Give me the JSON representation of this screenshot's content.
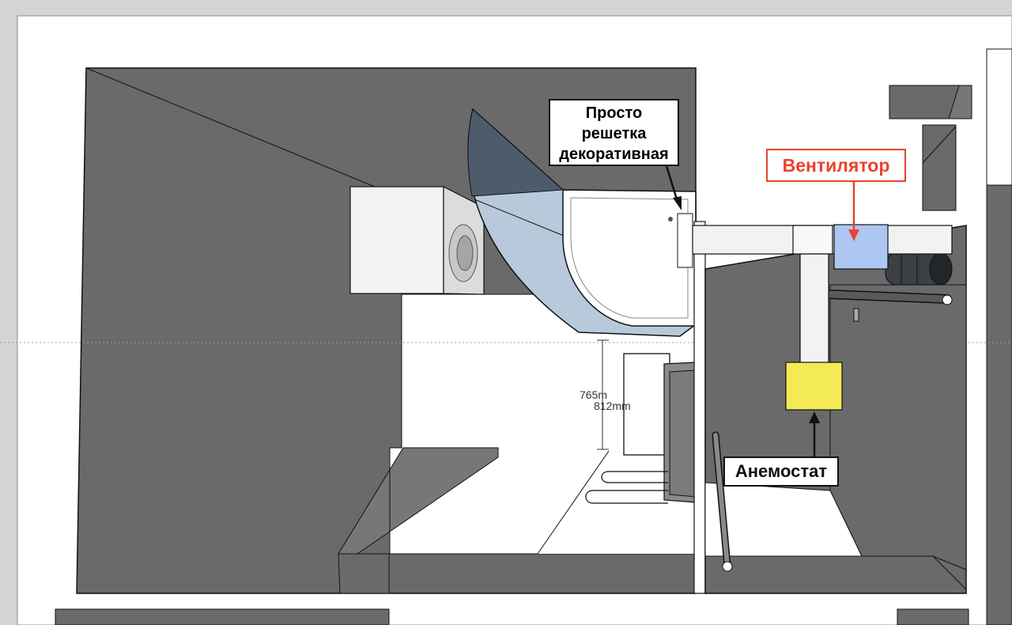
{
  "labels": {
    "grate_line1": "Просто",
    "grate_line2": "решетка",
    "grate_line3": "декоративная",
    "fan": "Вентилятор",
    "anemostat": "Анемостат"
  },
  "dimensions": {
    "dim_a": "765m",
    "dim_b": "812mm"
  },
  "colors": {
    "wall": "#696969",
    "floor": "#ffffff",
    "duct": "#f2f2f2",
    "fan": "#aec6f2",
    "anemostat": "#f4ea55",
    "glass": "#b8c9dc",
    "fan_label": "#e8432e"
  }
}
